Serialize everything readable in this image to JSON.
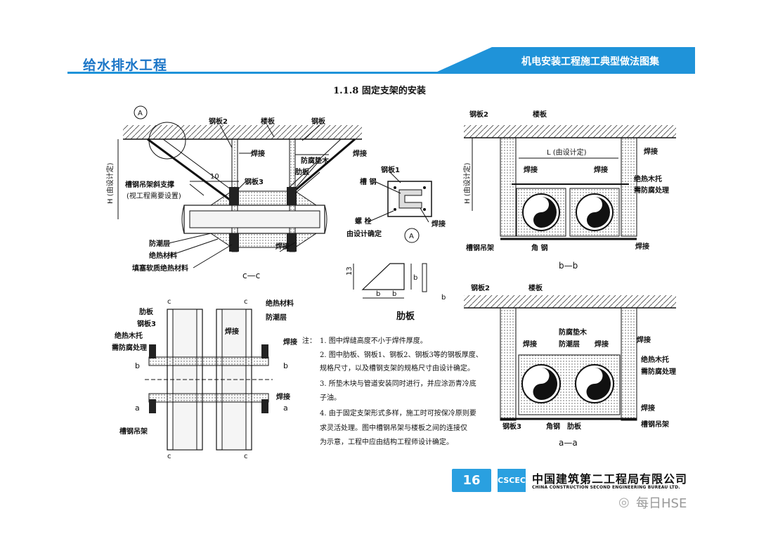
{
  "header": {
    "left_title": "给水排水工程",
    "right_title": "机电安装工程施工典型做法图集",
    "accent_color": "#1f93d9"
  },
  "section_title": "1.1.8 固定支架的安装",
  "figure_cc": {
    "callout_letter": "A",
    "labels": {
      "steel_plate_2": "钢板2",
      "floor": "楼板",
      "steel_plate": "钢板",
      "weld_top": "焊接",
      "anticorrosion_wood": "防腐垫木",
      "rib_plate": "肋板",
      "dim_10": "10",
      "steel_plate_3": "钢板3",
      "channel_brace": "槽钢吊架斜支撑",
      "brace_note": "(视工程需要设置)",
      "height_h": "H (由设计定)",
      "moisture_layer": "防潮层",
      "insulation": "绝热材料",
      "filler": "填塞软质绝热材料",
      "weld_bottom": "焊接",
      "weld_bottom2": "焊接"
    },
    "caption": "c—c"
  },
  "figure_a_detail": {
    "steel_plate_1": "钢板1",
    "channel": "槽  钢",
    "bolt": "螺  栓",
    "design_note": "由设计确定",
    "weld": "焊接",
    "callout": "A"
  },
  "figure_rib": {
    "dim_13": "13",
    "dim_b_h": "b",
    "dim_b_w": "b",
    "dim_b_side": "b",
    "caption": "肋板"
  },
  "figure_bb": {
    "steel_plate_2": "钢板2",
    "floor": "楼板",
    "length_l": "L (由设计定)",
    "weld_l": "焊接",
    "weld_r": "焊接",
    "weld_side": "焊接",
    "height_h": "H (由设计定)",
    "wood_support": "绝热木托",
    "anticorrosion": "需防腐处理",
    "channel_hanger": "槽钢吊架",
    "angle_steel": "角  钢",
    "weld_bottom": "焊接",
    "caption": "b—b"
  },
  "figure_side": {
    "c_top_l": "c",
    "c_top_r": "c",
    "c_bot_l": "c",
    "c_bot_r": "c",
    "rib": "肋板",
    "plate3": "钢板3",
    "wood": "绝热木托",
    "anticorrosion": "需防腐处理",
    "b_l": "b",
    "b_r": "b",
    "a_l": "a",
    "a_r": "a",
    "channel_hanger": "槽钢吊架",
    "insulation": "绝热材料",
    "moisture": "防潮层",
    "weld_1": "焊接",
    "weld_2": "焊接",
    "weld_3": "焊接"
  },
  "notes": {
    "prefix": "注：",
    "items": [
      "1.  图中焊缝高度不小于焊件厚度。",
      "2.  图中肋板、钢板1、钢板2、钢板3等的钢板厚度、",
      "     规格尺寸，以及槽钢支架的规格尺寸由设计确定。",
      "3.  所垫木块与管道安装同时进行，并应涂沥青冷底",
      "     子油。",
      "4.  由于固定支架形式多样，施工时可按保冷原则要",
      "     求灵活处理。图中槽钢吊架与楼板之间的连接仅",
      "     为示意，工程中应由结构工程师设计确定。"
    ]
  },
  "figure_aa": {
    "steel_plate_2": "钢板2",
    "floor": "楼板",
    "weld_tl": "焊接",
    "anticorrosion_wood": "防腐垫木",
    "moisture": "防潮层",
    "weld_m": "焊接",
    "weld_tr": "焊接",
    "wood_support": "绝热木托",
    "anticorrosion": "需防腐处理",
    "steel_plate_3": "钢板3",
    "angle_steel": "角钢",
    "rib": "肋板",
    "weld_br": "焊接",
    "channel_hanger": "槽钢吊架",
    "caption": "a—a"
  },
  "footer": {
    "page_number": "16",
    "logo_text": "CSCEC",
    "company_cn": "中国建筑第二工程局有限公司",
    "company_en": "CHINA CONSTRUCTION SECOND ENGINEERING BUREAU LTD.",
    "watermark": "每日HSE"
  }
}
